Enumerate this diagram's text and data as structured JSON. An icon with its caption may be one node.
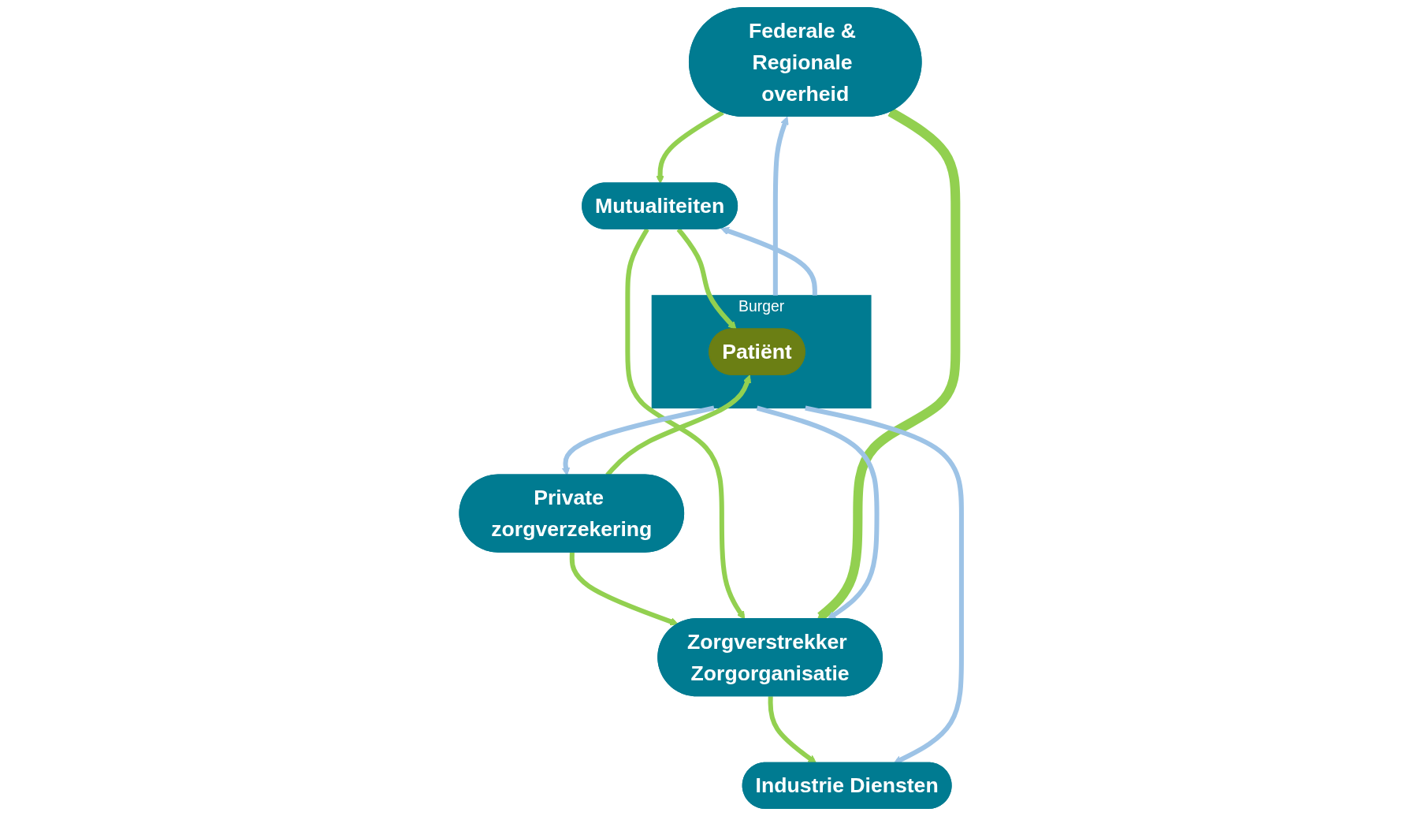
{
  "diagram": {
    "nodes": [
      {
        "text": [
          "Federale & Regionale overheid"
        ]
      },
      {
        "text": [
          "Private zorgverzekering"
        ]
      },
      {
        "text": [
          "Burger"
        ]
      },
      {
        "text": [
          "Patiënt"
        ],
        "in": 2
      },
      {
        "text": [
          "Mutualiteiten"
        ]
      },
      {
        "text": [
          "Industrie Diensten"
        ]
      },
      {
        "text": [
          "Zorgverstrekker Zorgorganisatie"
        ]
      }
    ],
    "edges": [
      {
        "from": 2,
        "to": 0,
        "arrow": "to",
        "color": "#9dc3e6"
      },
      {
        "from": 2,
        "to": 1,
        "arrow": "to",
        "color": "#9dc3e6"
      },
      {
        "from": 2,
        "to": 4,
        "arrow": "to",
        "color": "#9dc3e6"
      },
      {
        "from": 0,
        "to": 4,
        "arrow": "to"
      },
      {
        "from": 1,
        "to": 3,
        "arrow": "to"
      },
      {
        "from": 4,
        "to": 3,
        "arrow": "to"
      },
      {
        "from": 1,
        "to": 6,
        "arrow": "to"
      },
      {
        "from": 2,
        "to": 5,
        "arrow": "to",
        "color": "#9dc3e6"
      },
      {
        "from": 2,
        "to": 6,
        "arrow": "to",
        "color": "#9dc3e6"
      },
      {
        "from": 4,
        "to": 6,
        "arrow": "to"
      },
      {
        "from": 6,
        "to": 5,
        "arrow": "to"
      },
      {
        "from": 0,
        "to": 6,
        "arrow": "to",
        "style": "thick"
      }
    ]
  }
}
